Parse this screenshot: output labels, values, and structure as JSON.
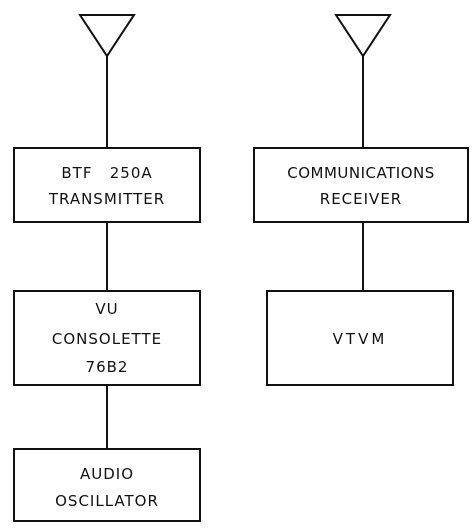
{
  "colors": {
    "ink": "#111111",
    "background": "#ffffff"
  },
  "blocks": {
    "transmitter": {
      "line1": "BTF   250A",
      "line2": "TRANSMITTER"
    },
    "consolette": {
      "line1": "VU",
      "line2": "CONSOLETTE",
      "line3": "76B2"
    },
    "oscillator": {
      "line1": "AUDIO",
      "line2": "OSCILLATOR"
    },
    "receiver": {
      "line1": "COMMUNICATIONS",
      "line2": "RECEIVER"
    },
    "vtvm": {
      "line1": "VTVM"
    }
  },
  "icons": {
    "left_antenna": "antenna-icon",
    "right_antenna": "antenna-icon"
  }
}
